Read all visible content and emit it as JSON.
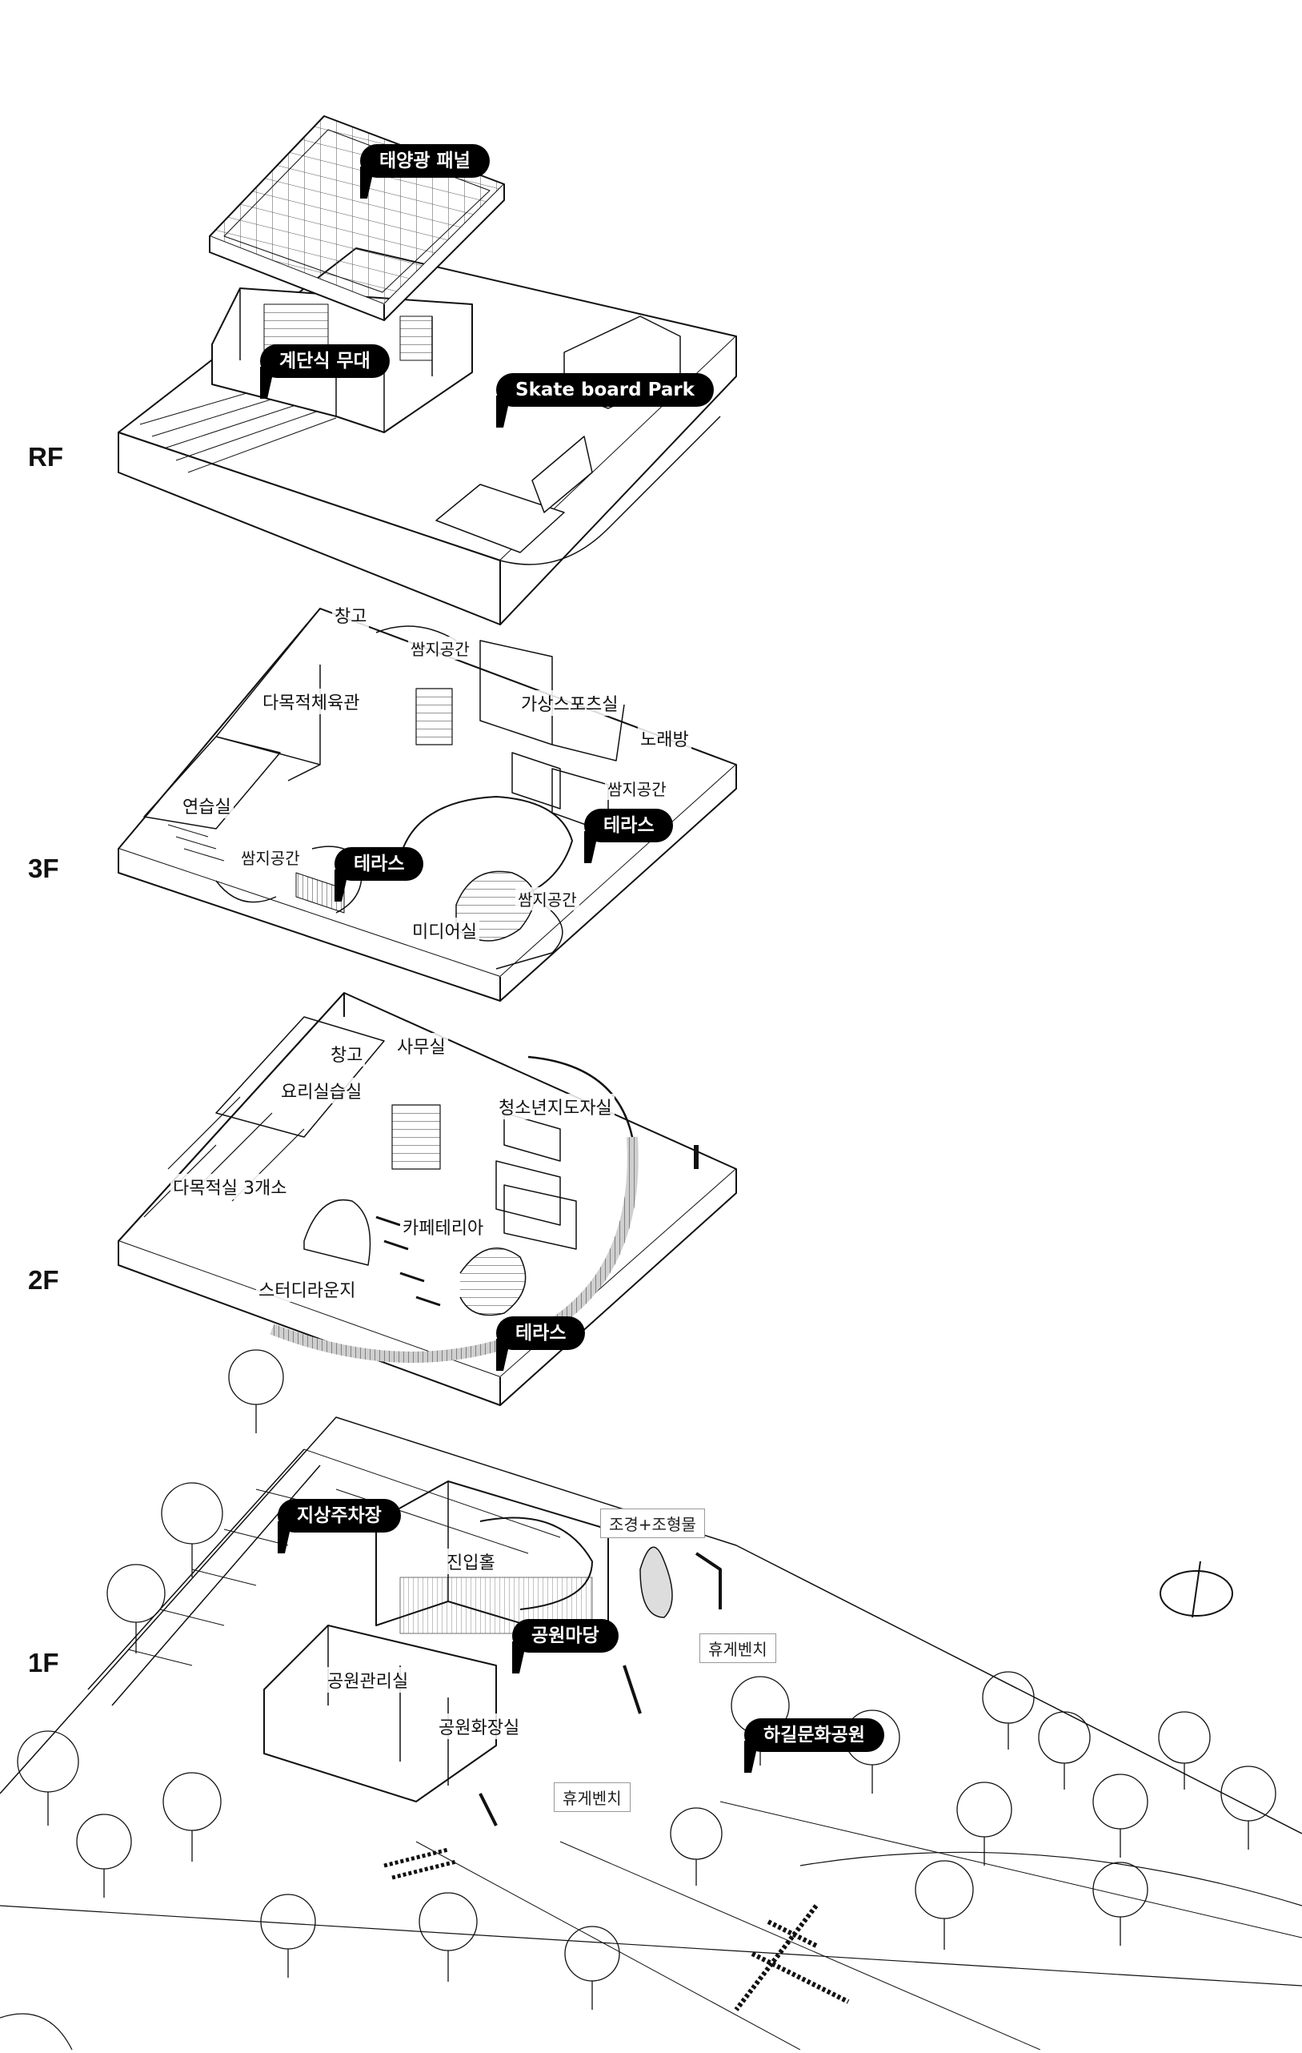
{
  "floors": {
    "rf": "RF",
    "f3": "3F",
    "f2": "2F",
    "f1": "1F"
  },
  "rf_labels": {
    "solar": "태양광 패널",
    "stage": "계단식 무대",
    "skate": "Skate board Park"
  },
  "f3_labels": {
    "storage": "창고",
    "nook_top": "쌈지공간",
    "gym": "다목적체육관",
    "vr_sports": "가상스포츠실",
    "karaoke": "노래방",
    "nook_right": "쌈지공간",
    "practice": "연습실",
    "terrace_right": "테라스",
    "nook_left": "쌈지공간",
    "terrace_left": "테라스",
    "nook_center": "쌈지공간",
    "media": "미디어실"
  },
  "f2_labels": {
    "storage": "창고",
    "office": "사무실",
    "cooking": "요리실습실",
    "youth_guidance": "청소년지도자실",
    "multi_rooms": "다목적실 3개소",
    "cafeteria": "카페테리아",
    "study_lounge": "스터디라운지",
    "terrace": "테라스"
  },
  "f1_labels": {
    "parking": "지상주차장",
    "landscape": "조경+조형물",
    "entrance": "진입홀",
    "plaza": "공원마당",
    "bench_right": "휴게벤치",
    "park_office": "공원관리실",
    "restroom": "공원화장실",
    "culture_park": "하길문화공원",
    "bench_bottom": "휴게벤치"
  },
  "icons": {
    "north": "north-arrow-icon"
  }
}
